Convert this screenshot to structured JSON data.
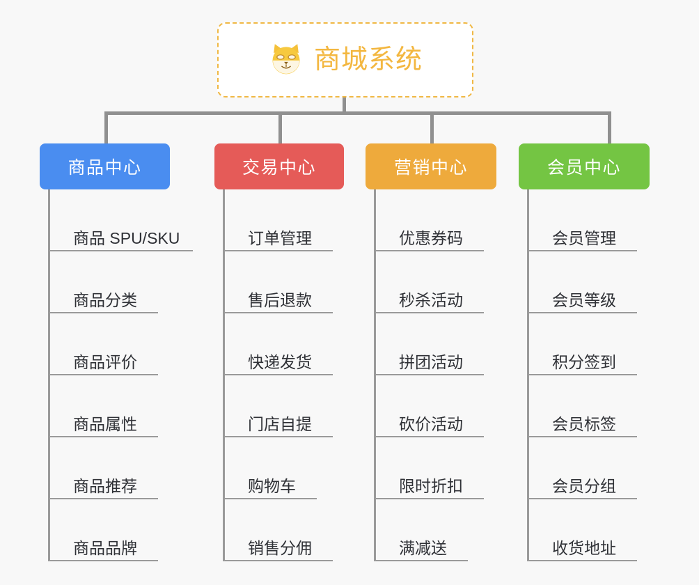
{
  "canvas": {
    "background": "#f8f8f8",
    "connector_color": "#909090"
  },
  "root": {
    "title": "商城系统",
    "icon": "shiba-dog-face-emoji",
    "border_color": "#f0b844",
    "text_color": "#f3b740",
    "background": "#ffffff"
  },
  "branches": [
    {
      "label": "商品中心",
      "color": "#4a8df0",
      "items": [
        {
          "label": "商品 SPU/SKU",
          "underline_width": 205
        },
        {
          "label": "商品分类",
          "underline_width": 155
        },
        {
          "label": "商品评价",
          "underline_width": 155
        },
        {
          "label": "商品属性",
          "underline_width": 155
        },
        {
          "label": "商品推荐",
          "underline_width": 155
        },
        {
          "label": "商品品牌",
          "underline_width": 155
        }
      ]
    },
    {
      "label": "交易中心",
      "color": "#e55b58",
      "items": [
        {
          "label": "订单管理",
          "underline_width": 155
        },
        {
          "label": "售后退款",
          "underline_width": 155
        },
        {
          "label": "快递发货",
          "underline_width": 155
        },
        {
          "label": "门店自提",
          "underline_width": 155
        },
        {
          "label": "购物车",
          "underline_width": 132
        },
        {
          "label": "销售分佣",
          "underline_width": 155
        }
      ]
    },
    {
      "label": "营销中心",
      "color": "#eeaa3c",
      "items": [
        {
          "label": "优惠券码",
          "underline_width": 155
        },
        {
          "label": "秒杀活动",
          "underline_width": 155
        },
        {
          "label": "拼团活动",
          "underline_width": 155
        },
        {
          "label": "砍价活动",
          "underline_width": 155
        },
        {
          "label": "限时折扣",
          "underline_width": 155
        },
        {
          "label": "满减送",
          "underline_width": 132
        }
      ]
    },
    {
      "label": "会员中心",
      "color": "#74c543",
      "items": [
        {
          "label": "会员管理",
          "underline_width": 155
        },
        {
          "label": "会员等级",
          "underline_width": 155
        },
        {
          "label": "积分签到",
          "underline_width": 155
        },
        {
          "label": "会员标签",
          "underline_width": 155
        },
        {
          "label": "会员分组",
          "underline_width": 155
        },
        {
          "label": "收货地址",
          "underline_width": 155
        }
      ]
    }
  ],
  "connectors": {
    "drop_x": [
      150,
      400,
      618,
      873
    ]
  }
}
